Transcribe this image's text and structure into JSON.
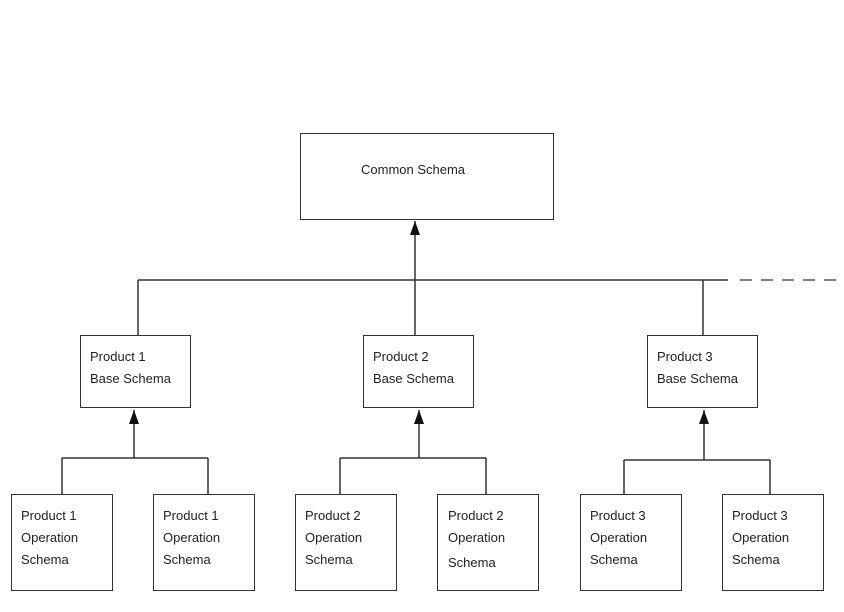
{
  "common": {
    "label": "Common Schema"
  },
  "bases": [
    {
      "line1": "Product 1",
      "line2": "Base Schema"
    },
    {
      "line1": "Product 2",
      "line2": "Base Schema"
    },
    {
      "line1": "Product 3",
      "line2": "Base Schema"
    }
  ],
  "operations": [
    {
      "line1": "Product 1",
      "line2": "Operation",
      "line3": "Schema"
    },
    {
      "line1": "Product 1",
      "line2": "Operation",
      "line3": "Schema"
    },
    {
      "line1": "Product 2",
      "line2": "Operation",
      "line3": "Schema"
    },
    {
      "line1": "Product 2",
      "line2": "Operation",
      "line3": "Schema"
    },
    {
      "line1": "Product 3",
      "line2": "Operation",
      "line3": "Schema"
    },
    {
      "line1": "Product 3",
      "line2": "Operation",
      "line3": "Schema"
    }
  ],
  "colors": {
    "line": "#333333",
    "dash": "#555555"
  }
}
